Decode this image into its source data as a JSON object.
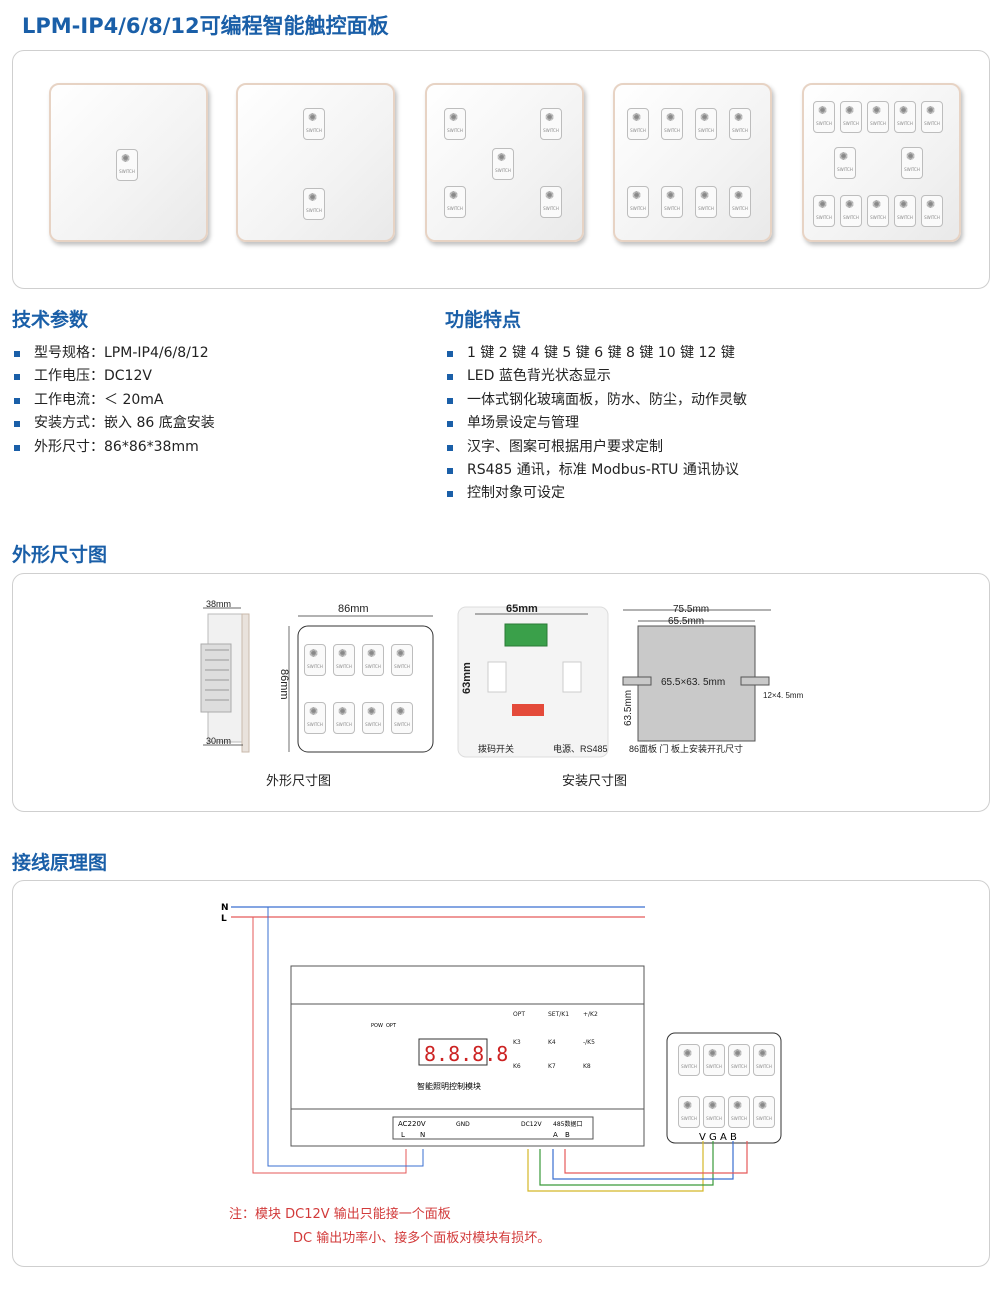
{
  "page": {
    "title": "LPM-IP4/6/8/12可编程智能触控面板"
  },
  "tech": {
    "heading": "技术参数",
    "items": [
      "型号规格：LPM-IP4/6/8/12",
      "工作电压：DC12V",
      "工作电流：＜ 20mA",
      "安装方式：嵌入 86 底盒安装",
      "外形尺寸：86*86*38mm"
    ]
  },
  "features": {
    "heading": "功能特点",
    "items": [
      "1 键  2 键  4 键  5 键  6 键  8 键  10 键  12 键",
      "LED 蓝色背光状态显示",
      "一体式钢化玻璃面板，防水、防尘，动作灵敏",
      "单场景设定与管理",
      "汉字、图案可根据用户要求定制",
      "RS485 通讯，标准 Modbus-RTU 通讯协议",
      "控制对象可设定"
    ]
  },
  "dimensions": {
    "heading": "外形尺寸图",
    "caption_left": "外形尺寸图",
    "caption_right": "安装尺寸图",
    "side_top": "38mm",
    "side_bottom": "30mm",
    "front_width": "86mm",
    "front_height": "86mm",
    "back_width": "65mm",
    "back_height": "63mm",
    "back_label_dip": "拨码开关",
    "back_label_power": "电源、RS485",
    "cut_outer": "75.5mm",
    "cut_inner": "65.5mm",
    "cut_center": "65.5×63. 5mm",
    "cut_height": "63.5mm",
    "cut_slot": "12×4. 5mm",
    "cut_caption": "86面板 门 板上安装开孔尺寸"
  },
  "wiring": {
    "heading": "接线原理图",
    "line_n": "N",
    "line_l": "L",
    "module_name": "智能照明控制模块",
    "display": "8.8.8.8",
    "pow": "POW",
    "opt": "OPT",
    "buttons": [
      "OPT",
      "SET/K1",
      "+/K2",
      "K3",
      "K4",
      "-/K5",
      "K6",
      "K7",
      "K8"
    ],
    "term_ac": "AC220V",
    "term_l": "L",
    "term_n": "N",
    "term_gnd": "GND",
    "term_dc": "DC12V",
    "term_485": "485数据口",
    "term_a": "A",
    "term_b": "B",
    "panel_vgab": "V G A B",
    "note_1": "注：模块 DC12V 输出只能接一个面板",
    "note_2": "DC 输出功率小、接多个面板对模块有损坏。"
  }
}
